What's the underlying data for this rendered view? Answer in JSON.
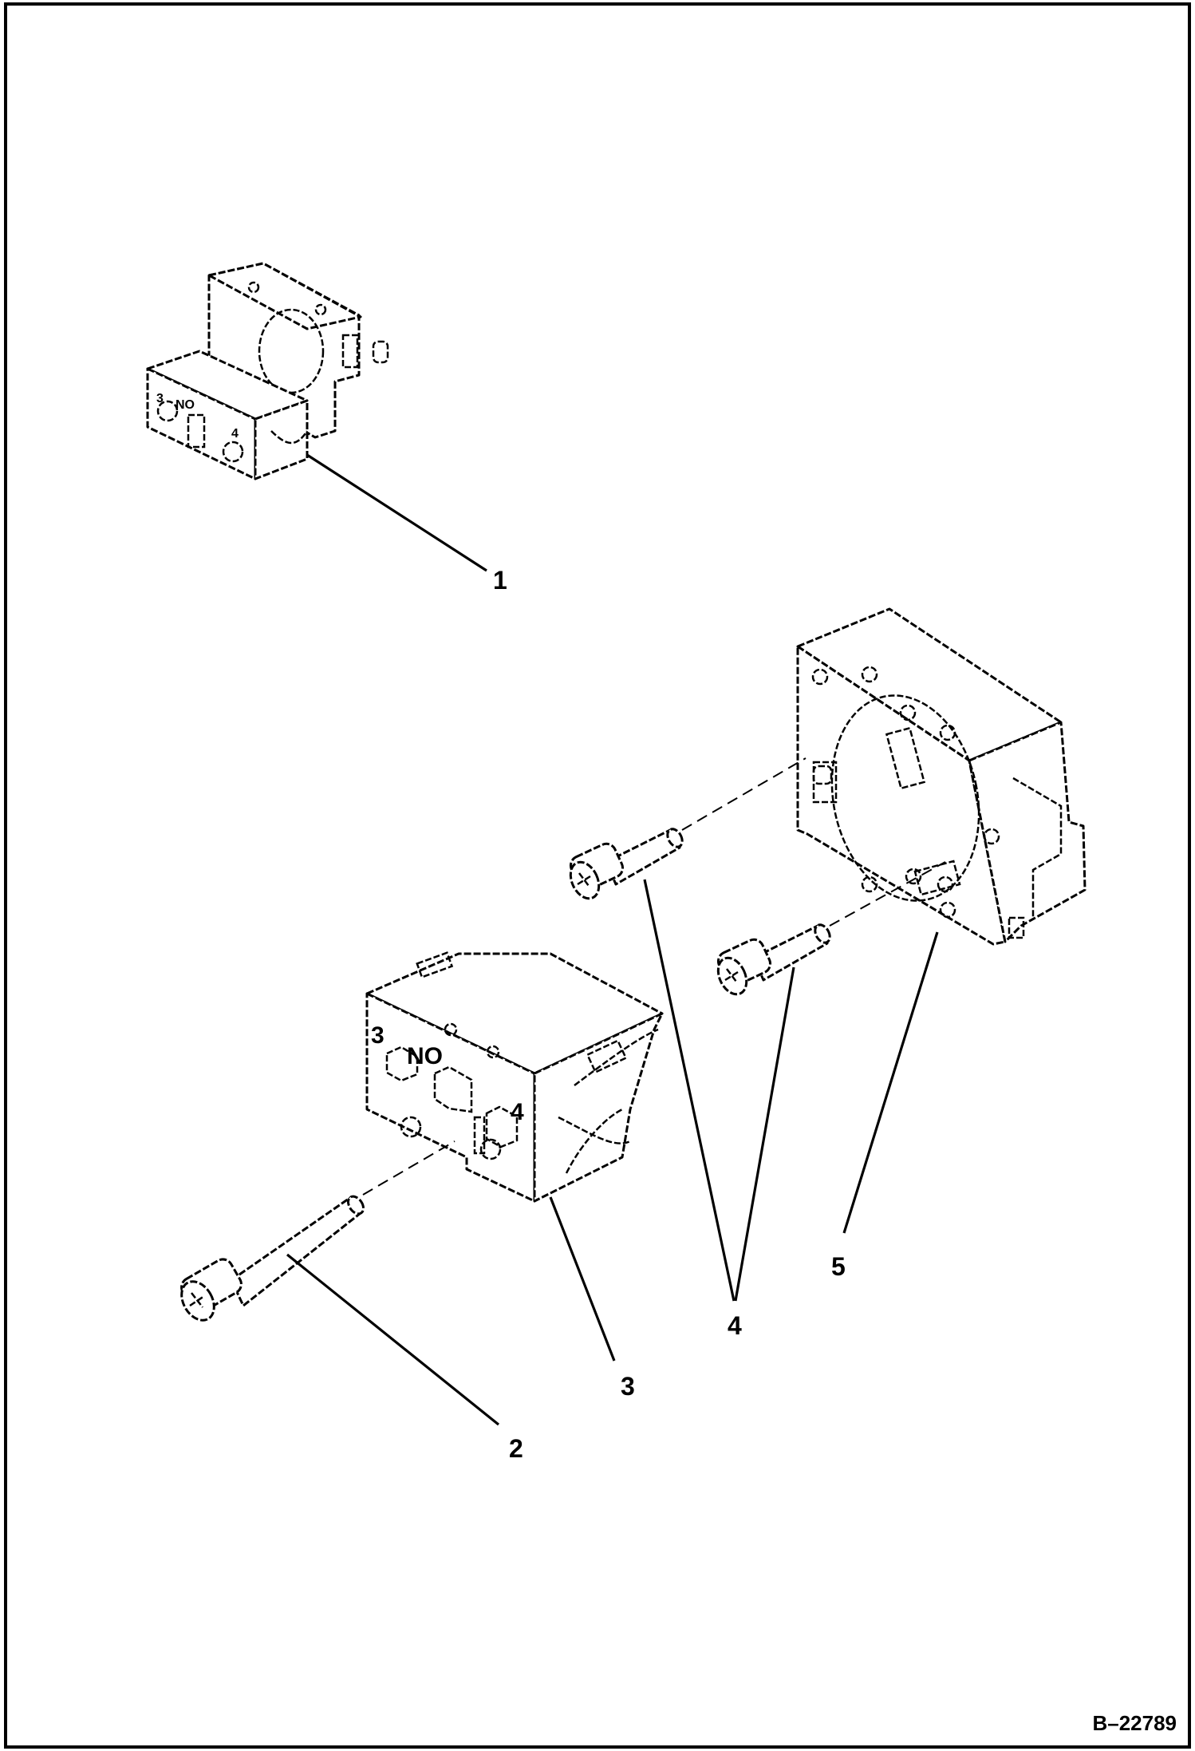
{
  "drawing": {
    "id": "B–22789",
    "callouts": [
      {
        "id": "1",
        "label": "1"
      },
      {
        "id": "2",
        "label": "2"
      },
      {
        "id": "3",
        "label": "3"
      },
      {
        "id": "4",
        "label": "4"
      },
      {
        "id": "5",
        "label": "5"
      }
    ],
    "block_markings": {
      "terminal_left": "3",
      "terminal_right": "4",
      "contact_type": "NO"
    },
    "small_block_markings": {
      "terminal_left": "3",
      "contact_type": "NO",
      "terminal_right": "4"
    }
  }
}
